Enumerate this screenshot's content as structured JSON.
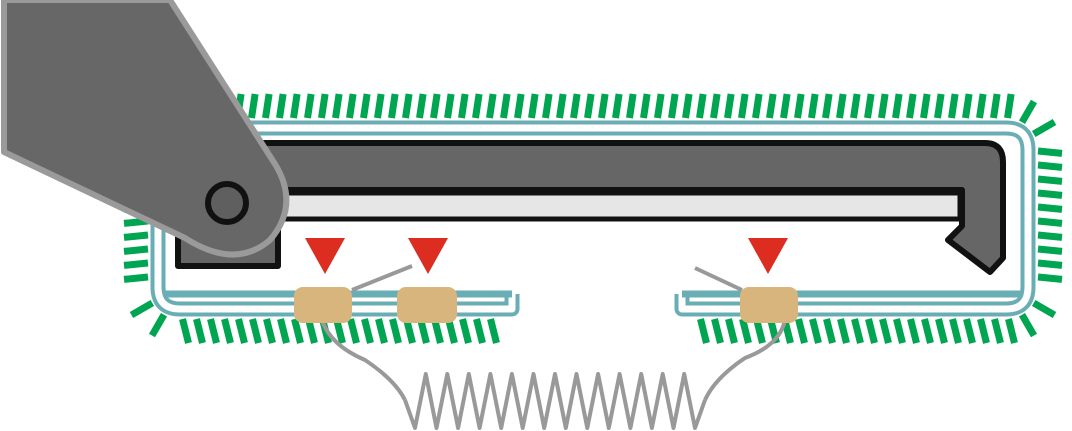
{
  "colors": {
    "background": "#ffffff",
    "bristle": "#00a551",
    "housing_outline": "#6aaeb5",
    "lever_fill": "#676767",
    "lever_outline": "#9a9a9a",
    "frame_fill": "#666666",
    "frame_outline": "#111111",
    "slot_fill": "#e6e6e6",
    "pivot_fill": "#5f5f5f",
    "marker": "#dd2d20",
    "contact_pad": "#d7b57d",
    "spring": "#999999"
  },
  "icons": {
    "lever": "lever-arm",
    "pivot": "pivot-circle",
    "frame": "hooked-frame",
    "housing": "housing-outline",
    "bristles": "bristle-fringe",
    "markers": "down-triangle",
    "pads": "contact-pad",
    "spring": "coil-spring"
  },
  "markers_count": 3,
  "contact_pads_count": 3
}
